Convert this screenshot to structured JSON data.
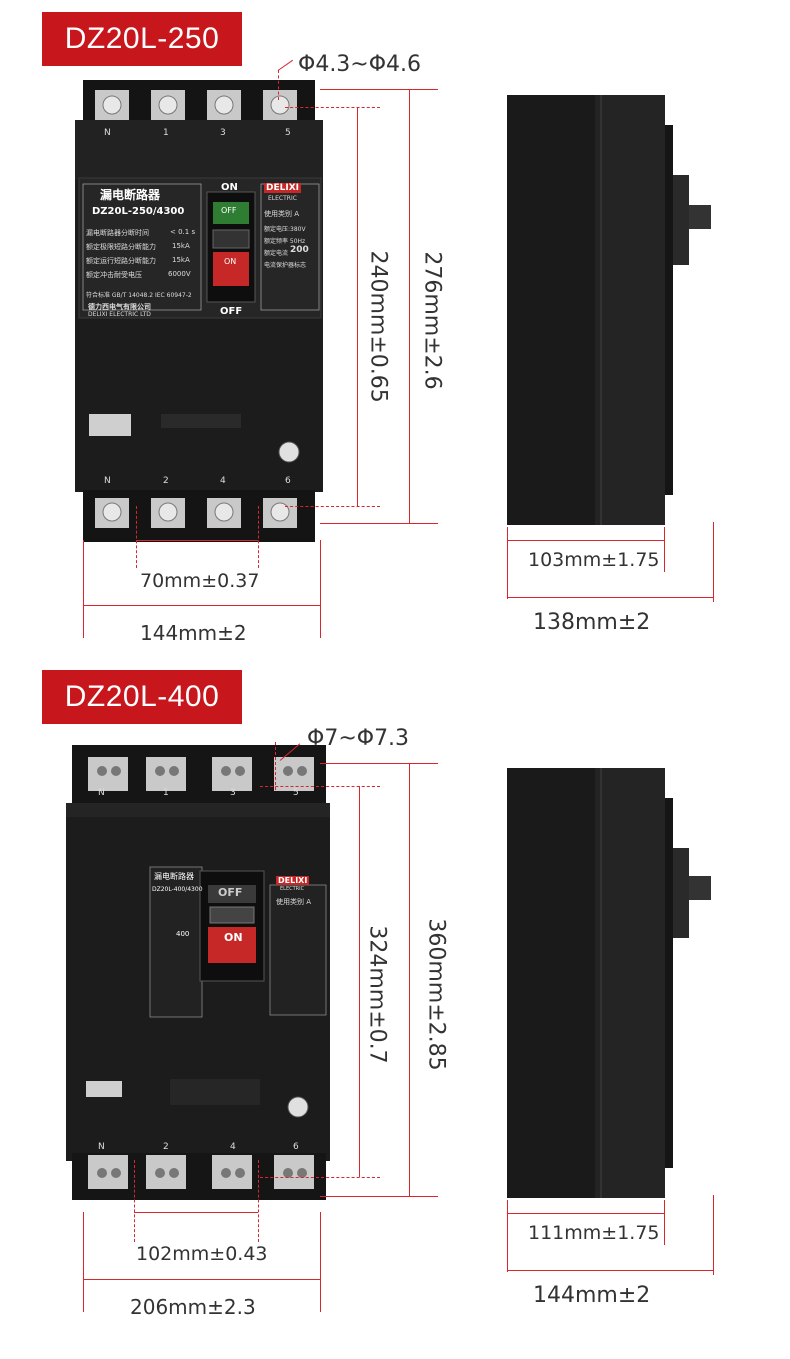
{
  "models": [
    {
      "badge": "DZ20L-250",
      "hole_dim": "Φ4.3~Φ4.6",
      "inner_height": "240mm±0.65",
      "total_height": "276mm±2.6",
      "pitch": "70mm±0.37",
      "width": "144mm±2",
      "side_inner": "103mm±1.75",
      "side_depth": "138mm±2",
      "label": {
        "title": "漏电断路器",
        "model": "DZ20L-250/4300",
        "row1_k": "漏电断路器分断时间",
        "row1_v": "< 0.1 s",
        "row2_k": "额定极限短路分断能力",
        "row2_v": "15kA",
        "row3_k": "额定运行短路分断能力",
        "row3_v": "15kA",
        "row4_k": "额定冲击耐受电压",
        "row4_v": "6000V",
        "standard": "符合标准  GB/T 14048.2   IEC 60947-2",
        "maker": "德力西电气有限公司",
        "maker_en": "DELIXI ELECTRIC LTD",
        "on": "ON",
        "off": "OFF",
        "toggle_off": "OFF",
        "toggle_on": "ON",
        "brand": "DELIXI",
        "brand_sub": "ELECTRIC",
        "use_class": "使用类别  A",
        "rated_v": "额定电压:380V",
        "rated_f": "额定频率   50Hz",
        "rated_i_k": "额定电流",
        "rated_i_v": "200",
        "protect": "电流保护器标志",
        "terminals_top": [
          "N",
          "1",
          "3",
          "5"
        ],
        "terminals_bot": [
          "N",
          "2",
          "4",
          "6"
        ]
      }
    },
    {
      "badge": "DZ20L-400",
      "hole_dim": "Φ7~Φ7.3",
      "inner_height": "324mm±0.7",
      "total_height": "360mm±2.85",
      "pitch": "102mm±0.43",
      "width": "206mm±2.3",
      "side_inner": "111mm±1.75",
      "side_depth": "144mm±2",
      "label": {
        "title": "漏电断路器",
        "model": "DZ20L-400/4300",
        "toggle_off": "OFF",
        "toggle_on": "ON",
        "brand": "DELIXI",
        "brand_sub": "ELECTRIC",
        "use_class": "使用类别  A",
        "rated_i_v": "400",
        "terminals_top": [
          "N",
          "1",
          "3",
          "5"
        ],
        "terminals_bot": [
          "N",
          "2",
          "4",
          "6"
        ]
      }
    }
  ],
  "colors": {
    "accent": "#c8161d",
    "dim_line": "#d9262d",
    "body": "#1c1c1c"
  }
}
